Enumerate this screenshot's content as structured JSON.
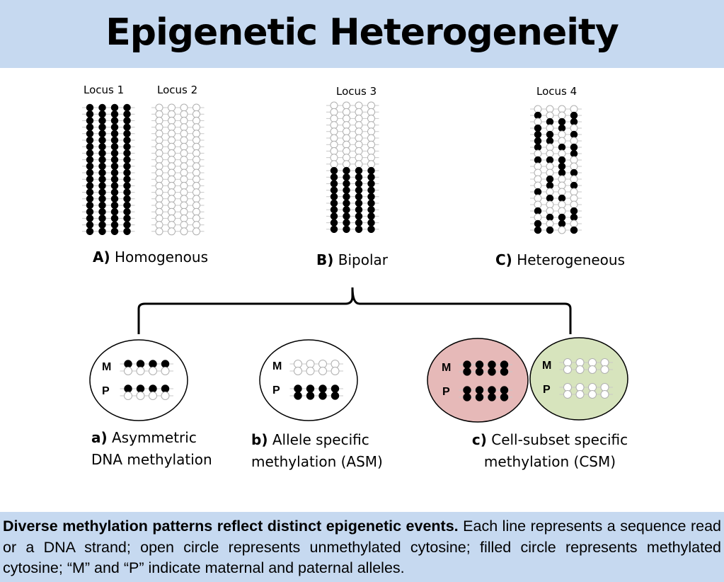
{
  "colors": {
    "header_bg": "#c6d9f0",
    "caption_bg": "#c6d9f0",
    "maternal_cell": "#e6b9b8",
    "paternal_cell": "#d7e4bd"
  },
  "title": "Epigenetic Heterogeneity",
  "loci": [
    "Locus 1",
    "Locus 2",
    "Locus 3",
    "Locus 4"
  ],
  "panels": {
    "a": {
      "letter": "A)",
      "text": "Homogenous"
    },
    "b": {
      "letter": "B)",
      "text": "Bipolar"
    },
    "c": {
      "letter": "C)",
      "text": "Heterogeneous"
    }
  },
  "subpanels": {
    "a": {
      "letter": "a)",
      "line1": "Asymmetric",
      "line2": "DNA methylation"
    },
    "b": {
      "letter": "b)",
      "line1": "Allele specific",
      "line2": "methylation (ASM)"
    },
    "c": {
      "letter": "c)",
      "line1": "Cell-subset specific",
      "line2": "methylation (CSM)"
    }
  },
  "allele_labels": {
    "maternal": "M",
    "paternal": "P"
  },
  "caption": {
    "bold": "Diverse methylation patterns reflect distinct epigenetic events.",
    "text": "Each line represents a sequence read or a DNA strand; open circle represents unmethylated cytosine; filled circle represents methylated cytosine; “M” and “P” indicate maternal and paternal alleles."
  }
}
